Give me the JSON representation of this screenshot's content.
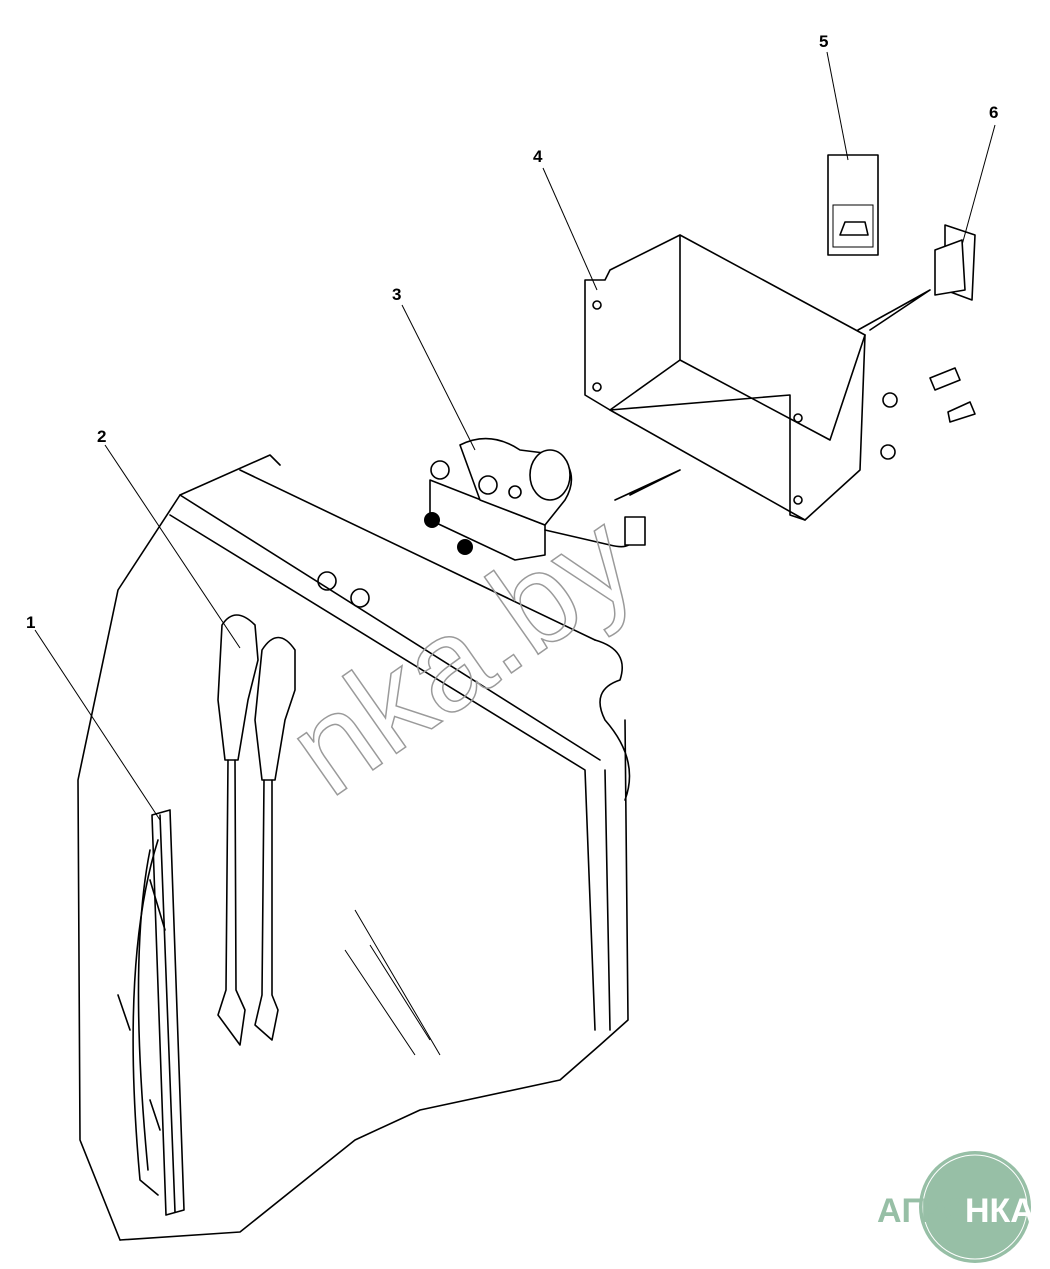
{
  "callouts": {
    "c1": "1",
    "c2": "2",
    "c3": "3",
    "c4": "4",
    "c5": "5",
    "c6": "6"
  },
  "watermark": "nka.by",
  "logo": {
    "left": "АГРО",
    "right": "НКА",
    "color": "#97bfa6"
  }
}
